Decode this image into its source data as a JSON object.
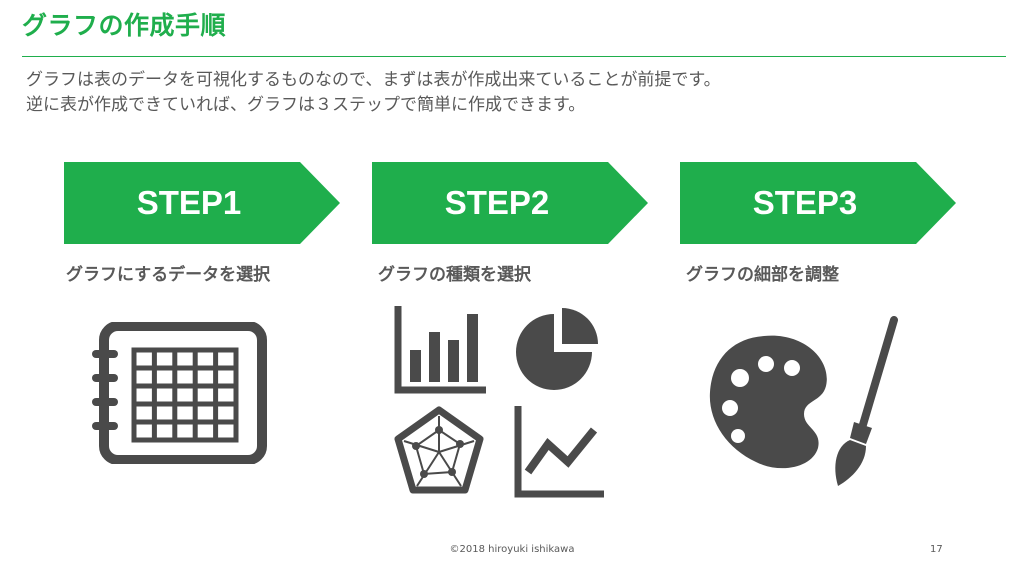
{
  "title": "グラフの作成手順",
  "intro": {
    "line1": "グラフは表のデータを可視化するものなので、まずは表が作成出来ていることが前提です。",
    "line2": "逆に表が作成できていれば、グラフは３ステップで簡単に作成できます。"
  },
  "steps": [
    {
      "label": "STEP1",
      "description": "グラフにするデータを選択",
      "icon": "table-grid-icon"
    },
    {
      "label": "STEP2",
      "description": "グラフの種類を選択",
      "icon": "chart-types-icons"
    },
    {
      "label": "STEP3",
      "description": "グラフの細部を調整",
      "icon": "palette-brush-icon"
    }
  ],
  "colors": {
    "accent": "#1fae4c",
    "icon": "#4a4a4a",
    "text": "#595959"
  },
  "footer": {
    "copyright": "©2018 hiroyuki ishikawa",
    "page_number": "17"
  }
}
